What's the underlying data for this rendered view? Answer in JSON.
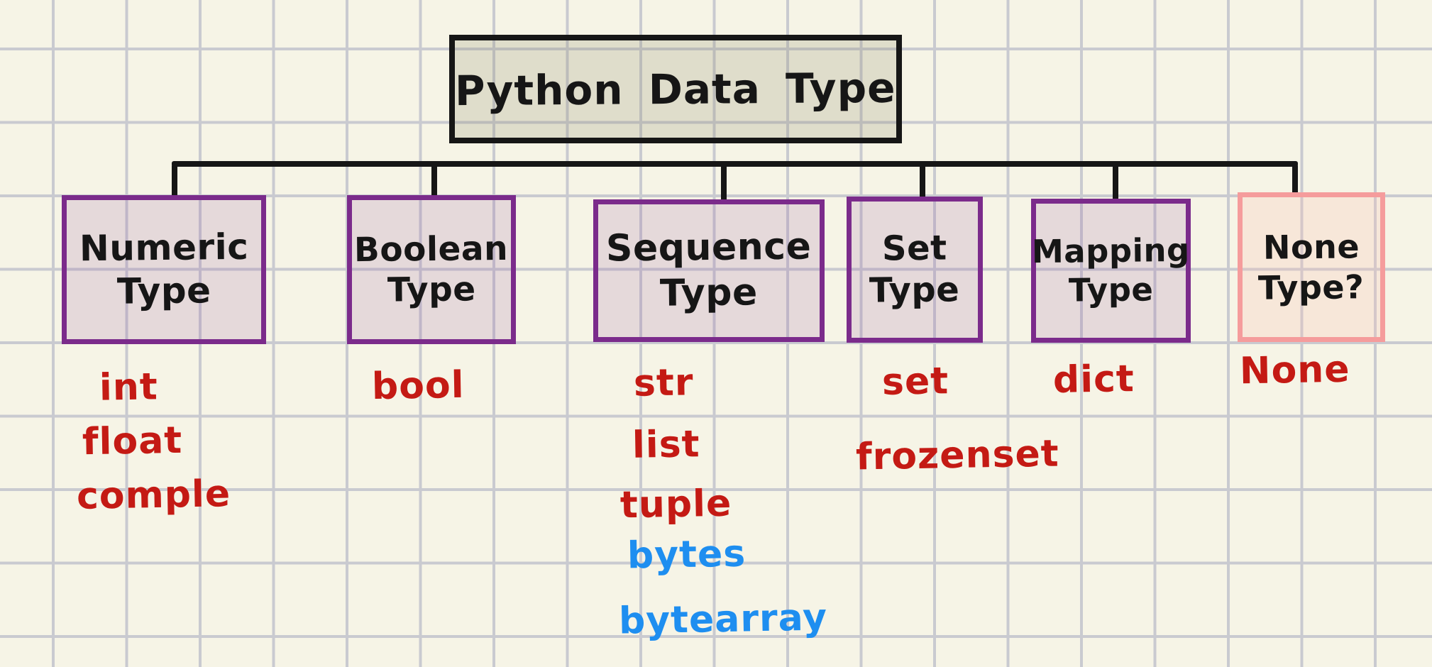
{
  "palette": {
    "paper": "#f6f4e6",
    "grid": "#c9cad0",
    "ink": "#161616",
    "red": "#c41a14",
    "blue": "#1e8ef0",
    "purple": "#7b2b8b",
    "pink": "#f59c9c"
  },
  "title": {
    "text": "Python Data Type"
  },
  "columns": [
    {
      "type": {
        "line1": "Numeric",
        "line2": "Type"
      },
      "items": [
        {
          "text": "int",
          "ink": "red"
        },
        {
          "text": "float",
          "ink": "red"
        },
        {
          "text": "comple",
          "ink": "red"
        }
      ]
    },
    {
      "type": {
        "line1": "Boolean",
        "line2": "Type"
      },
      "items": [
        {
          "text": "bool",
          "ink": "red"
        }
      ]
    },
    {
      "type": {
        "line1": "Sequence",
        "line2": "Type"
      },
      "items": [
        {
          "text": "str",
          "ink": "red"
        },
        {
          "text": "list",
          "ink": "red"
        },
        {
          "text": "tuple",
          "ink": "red"
        },
        {
          "text": "bytes",
          "ink": "blue"
        },
        {
          "text": "bytearray",
          "ink": "blue"
        }
      ]
    },
    {
      "type": {
        "line1": "Set",
        "line2": "Type"
      },
      "items": [
        {
          "text": "set",
          "ink": "red"
        },
        {
          "text": "frozenset",
          "ink": "red"
        }
      ]
    },
    {
      "type": {
        "line1": "Mapping",
        "line2": "Type"
      },
      "items": [
        {
          "text": "dict",
          "ink": "red"
        }
      ]
    },
    {
      "type": {
        "line1": "None",
        "line2": "Type?"
      },
      "items": [
        {
          "text": "None",
          "ink": "red"
        }
      ]
    }
  ]
}
